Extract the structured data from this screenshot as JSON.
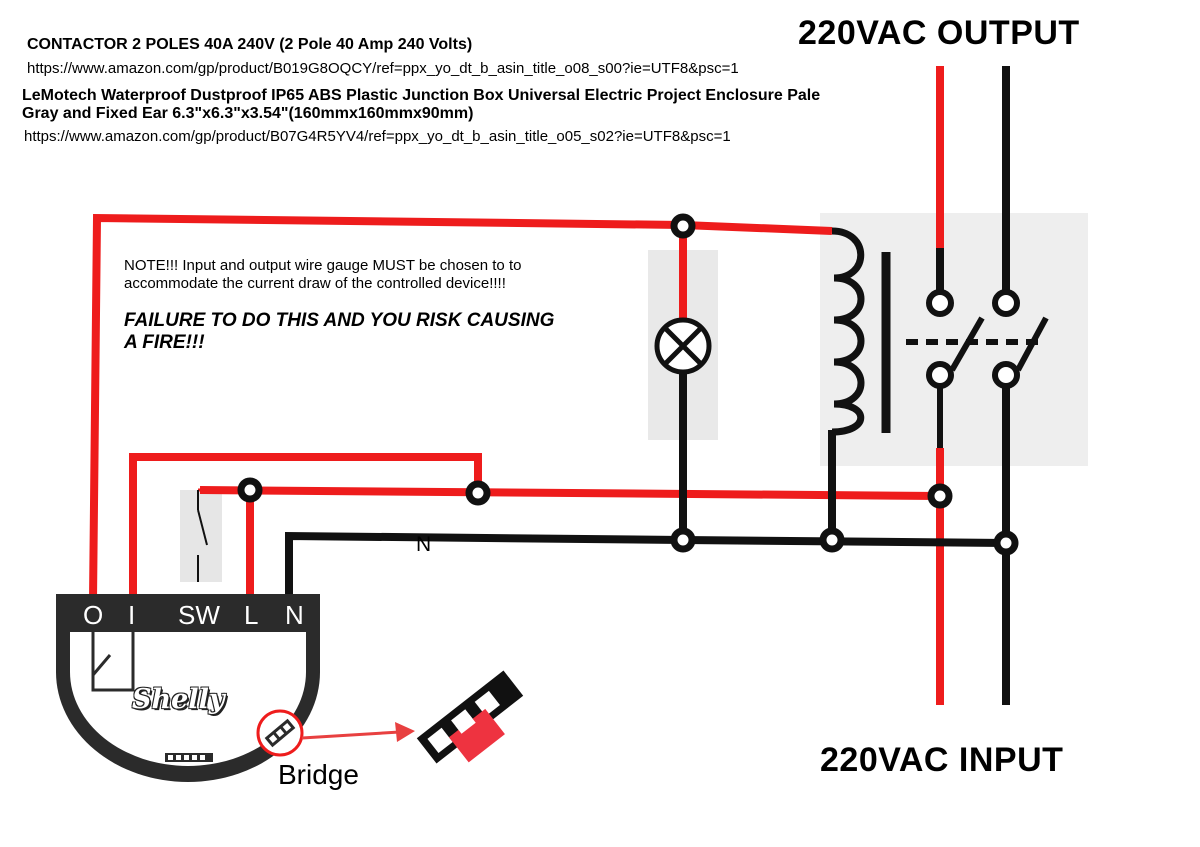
{
  "header": {
    "contactor_title": "CONTACTOR 2 POLES 40A 240V (2 Pole 40 Amp 240 Volts)",
    "contactor_url": "https://www.amazon.com/gp/product/B019G8OQCY/ref=ppx_yo_dt_b_asin_title_o08_s00?ie=UTF8&psc=1",
    "box_title_line1": "LeMotech Waterproof Dustproof IP65 ABS Plastic Junction Box Universal Electric Project Enclosure Pale",
    "box_title_line2": "Gray and Fixed Ear 6.3\"x6.3\"x3.54\"(160mmx160mmx90mm)",
    "box_url": "https://www.amazon.com/gp/product/B07G4R5YV4/ref=ppx_yo_dt_b_asin_title_o05_s02?ie=UTF8&psc=1"
  },
  "labels": {
    "output": "220VAC OUTPUT",
    "input": "220VAC INPUT",
    "neutral_wire": "N",
    "bridge": "Bridge"
  },
  "note": {
    "line1": "NOTE!!!  Input and output wire gauge MUST be chosen to to",
    "line2": "accommodate the current draw of the controlled device!!!!",
    "warning_line1": "FAILURE  TO DO THIS AND YOU RISK CAUSING",
    "warning_line2": "A FIRE!!!"
  },
  "device": {
    "brand": "Shelly",
    "terminals": [
      "O",
      "I",
      "SW",
      "L",
      "N"
    ]
  },
  "colors": {
    "live": "#ee1c1c",
    "neutral": "#111111",
    "device_body": "#2b2b2b",
    "panel_bg": "#eeeeee",
    "arrow": "#e84040"
  }
}
